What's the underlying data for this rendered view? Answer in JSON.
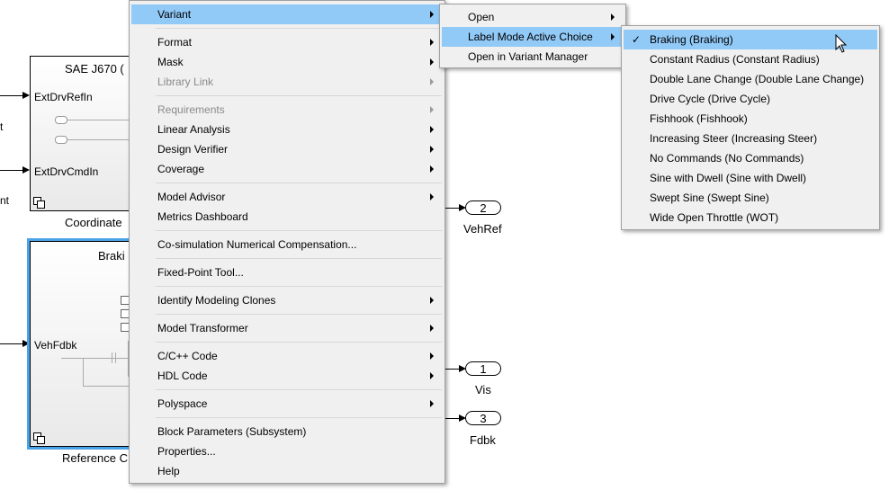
{
  "canvas": {
    "block_top": {
      "title": "SAE J670 (",
      "caption": "Coordinate",
      "ports": [
        "ExtDrvRefIn",
        "ExtDrvCmdIn"
      ],
      "left_labels": [
        "t",
        "nt"
      ]
    },
    "block_bottom": {
      "title": "Braki",
      "caption": "Reference C",
      "ports": [
        "VehFdbk"
      ]
    },
    "outports": [
      {
        "number": "2",
        "label": "VehRef"
      },
      {
        "number": "1",
        "label": "Vis"
      },
      {
        "number": "3",
        "label": "Fdbk"
      }
    ]
  },
  "context_menu": {
    "items": [
      {
        "label": "Variant",
        "submenu": true,
        "highlighted": true
      },
      {
        "label": "Format",
        "submenu": true
      },
      {
        "label": "Mask",
        "submenu": true
      },
      {
        "label": "Library Link",
        "submenu": true,
        "disabled": true
      },
      {
        "label": "Requirements",
        "submenu": true,
        "disabled": true
      },
      {
        "label": "Linear Analysis",
        "submenu": true
      },
      {
        "label": "Design Verifier",
        "submenu": true
      },
      {
        "label": "Coverage",
        "submenu": true
      },
      {
        "label": "Model Advisor",
        "submenu": true
      },
      {
        "label": "Metrics Dashboard"
      },
      {
        "label": "Co-simulation Numerical Compensation..."
      },
      {
        "label": "Fixed-Point Tool..."
      },
      {
        "label": "Identify Modeling Clones",
        "submenu": true
      },
      {
        "label": "Model Transformer",
        "submenu": true
      },
      {
        "label": "C/C++ Code",
        "submenu": true
      },
      {
        "label": "HDL Code",
        "submenu": true
      },
      {
        "label": "Polyspace",
        "submenu": true
      },
      {
        "label": "Block Parameters (Subsystem)"
      },
      {
        "label": "Properties..."
      },
      {
        "label": "Help"
      }
    ]
  },
  "variant_menu": {
    "items": [
      {
        "label": "Open",
        "submenu": true
      },
      {
        "label": "Label Mode Active Choice",
        "submenu": true,
        "highlighted": true
      },
      {
        "label": "Open in Variant Manager"
      }
    ]
  },
  "choice_menu": {
    "check_glyph": "✓",
    "items": [
      {
        "label": "Braking (Braking)",
        "checked": true,
        "highlighted": true
      },
      {
        "label": "Constant Radius (Constant Radius)"
      },
      {
        "label": "Double Lane Change (Double Lane Change)"
      },
      {
        "label": "Drive Cycle (Drive Cycle)"
      },
      {
        "label": "Fishhook (Fishhook)"
      },
      {
        "label": "Increasing Steer (Increasing Steer)"
      },
      {
        "label": "No Commands (No Commands)"
      },
      {
        "label": "Sine with Dwell (Sine with Dwell)"
      },
      {
        "label": "Swept Sine (Swept Sine)"
      },
      {
        "label": "Wide Open Throttle (WOT)"
      }
    ]
  },
  "colors": {
    "highlight": "#91c9f7",
    "selection_outline": "#4aa3e6",
    "menu_bg": "#f0f0f0"
  }
}
